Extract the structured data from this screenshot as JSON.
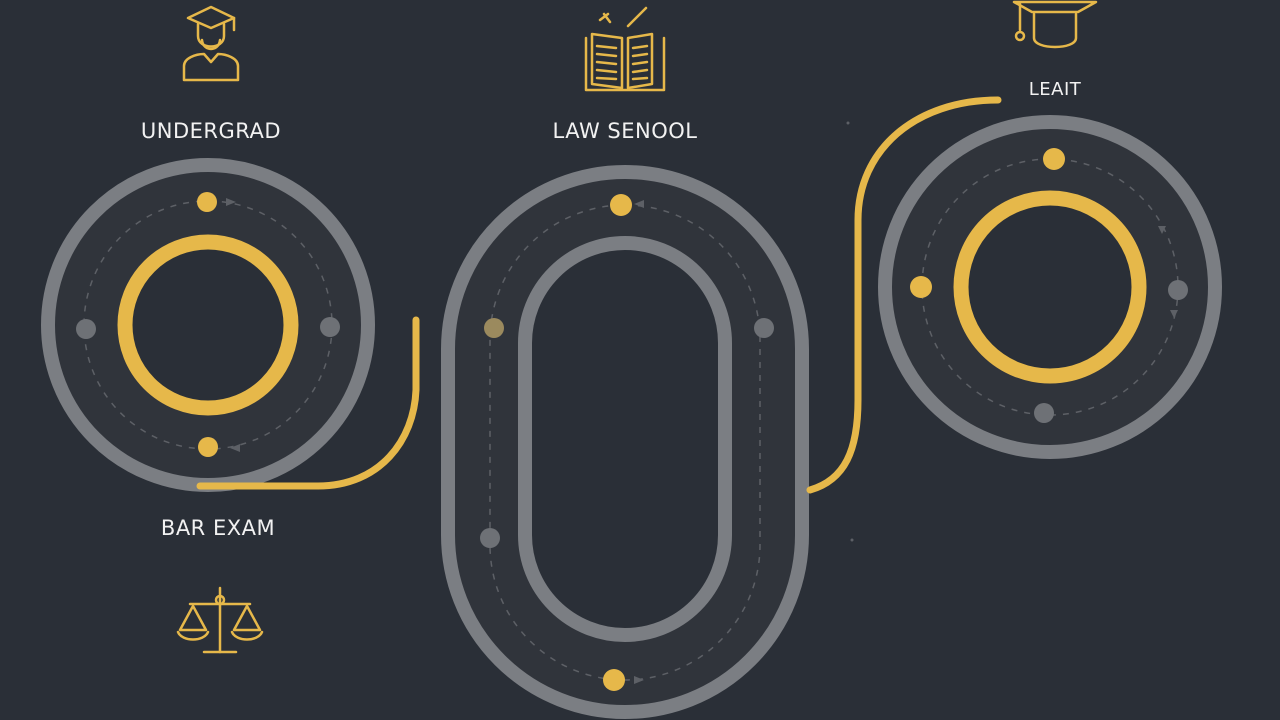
{
  "colors": {
    "background": "#2a2f37",
    "gold": "#e6b84a",
    "track_outer": "#7b7e83",
    "track_fill": "#30343b",
    "dot_gray": "#6e7176",
    "label_text": "#f2f2f2"
  },
  "stages": {
    "undergrad": {
      "label": "UNDERGRAD",
      "icon": "graduate-icon"
    },
    "law_school": {
      "label": "LAW SENOOL",
      "icon": "book-icon"
    },
    "bar_exam": {
      "label": "BAR EXAM",
      "icon": "scales-icon"
    },
    "career": {
      "label": "LEAIT",
      "icon": "graduation-cap-icon"
    }
  }
}
